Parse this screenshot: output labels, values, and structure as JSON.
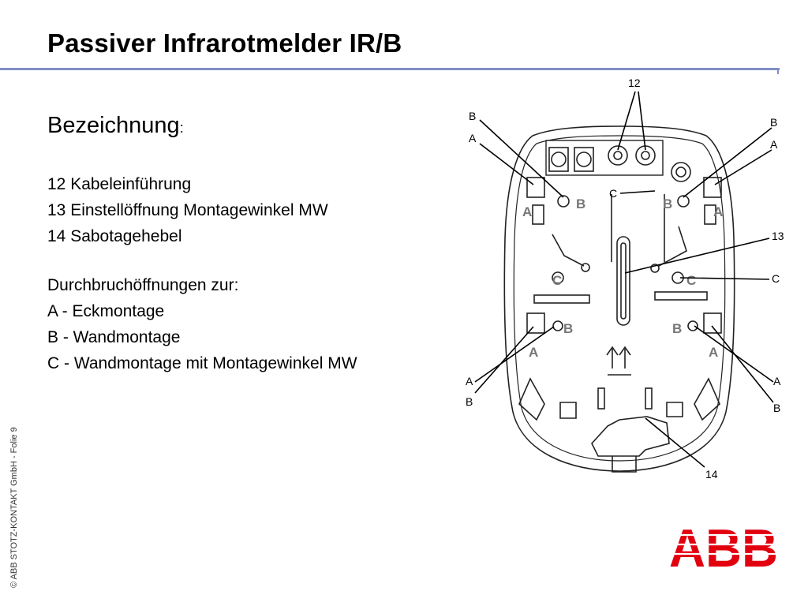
{
  "title": "Passiver Infrarotmelder IR/B",
  "heading": {
    "text": "Bezeichnung",
    "colon": ":"
  },
  "designations": [
    "12 Kabeleinführung",
    "13 Einstellöffnung Montagewinkel MW",
    "14 Sabotagehebel"
  ],
  "openings": {
    "intro": "Durchbruchöffnungen zur:",
    "items": [
      "A - Eckmontage",
      "B - Wandmontage",
      "C - Wandmontage mit Montagewinkel MW"
    ]
  },
  "diagram_labels": {
    "n12": "12",
    "n13": "13",
    "n14": "14",
    "a": "A",
    "b": "B",
    "c": "C"
  },
  "footer": "© ABB STOTZ-KONTAKT GmbH  - Folie 9",
  "logo": {
    "text": "ABB",
    "color": "#e2000f"
  },
  "colors": {
    "rule": "#7f8fc6"
  }
}
